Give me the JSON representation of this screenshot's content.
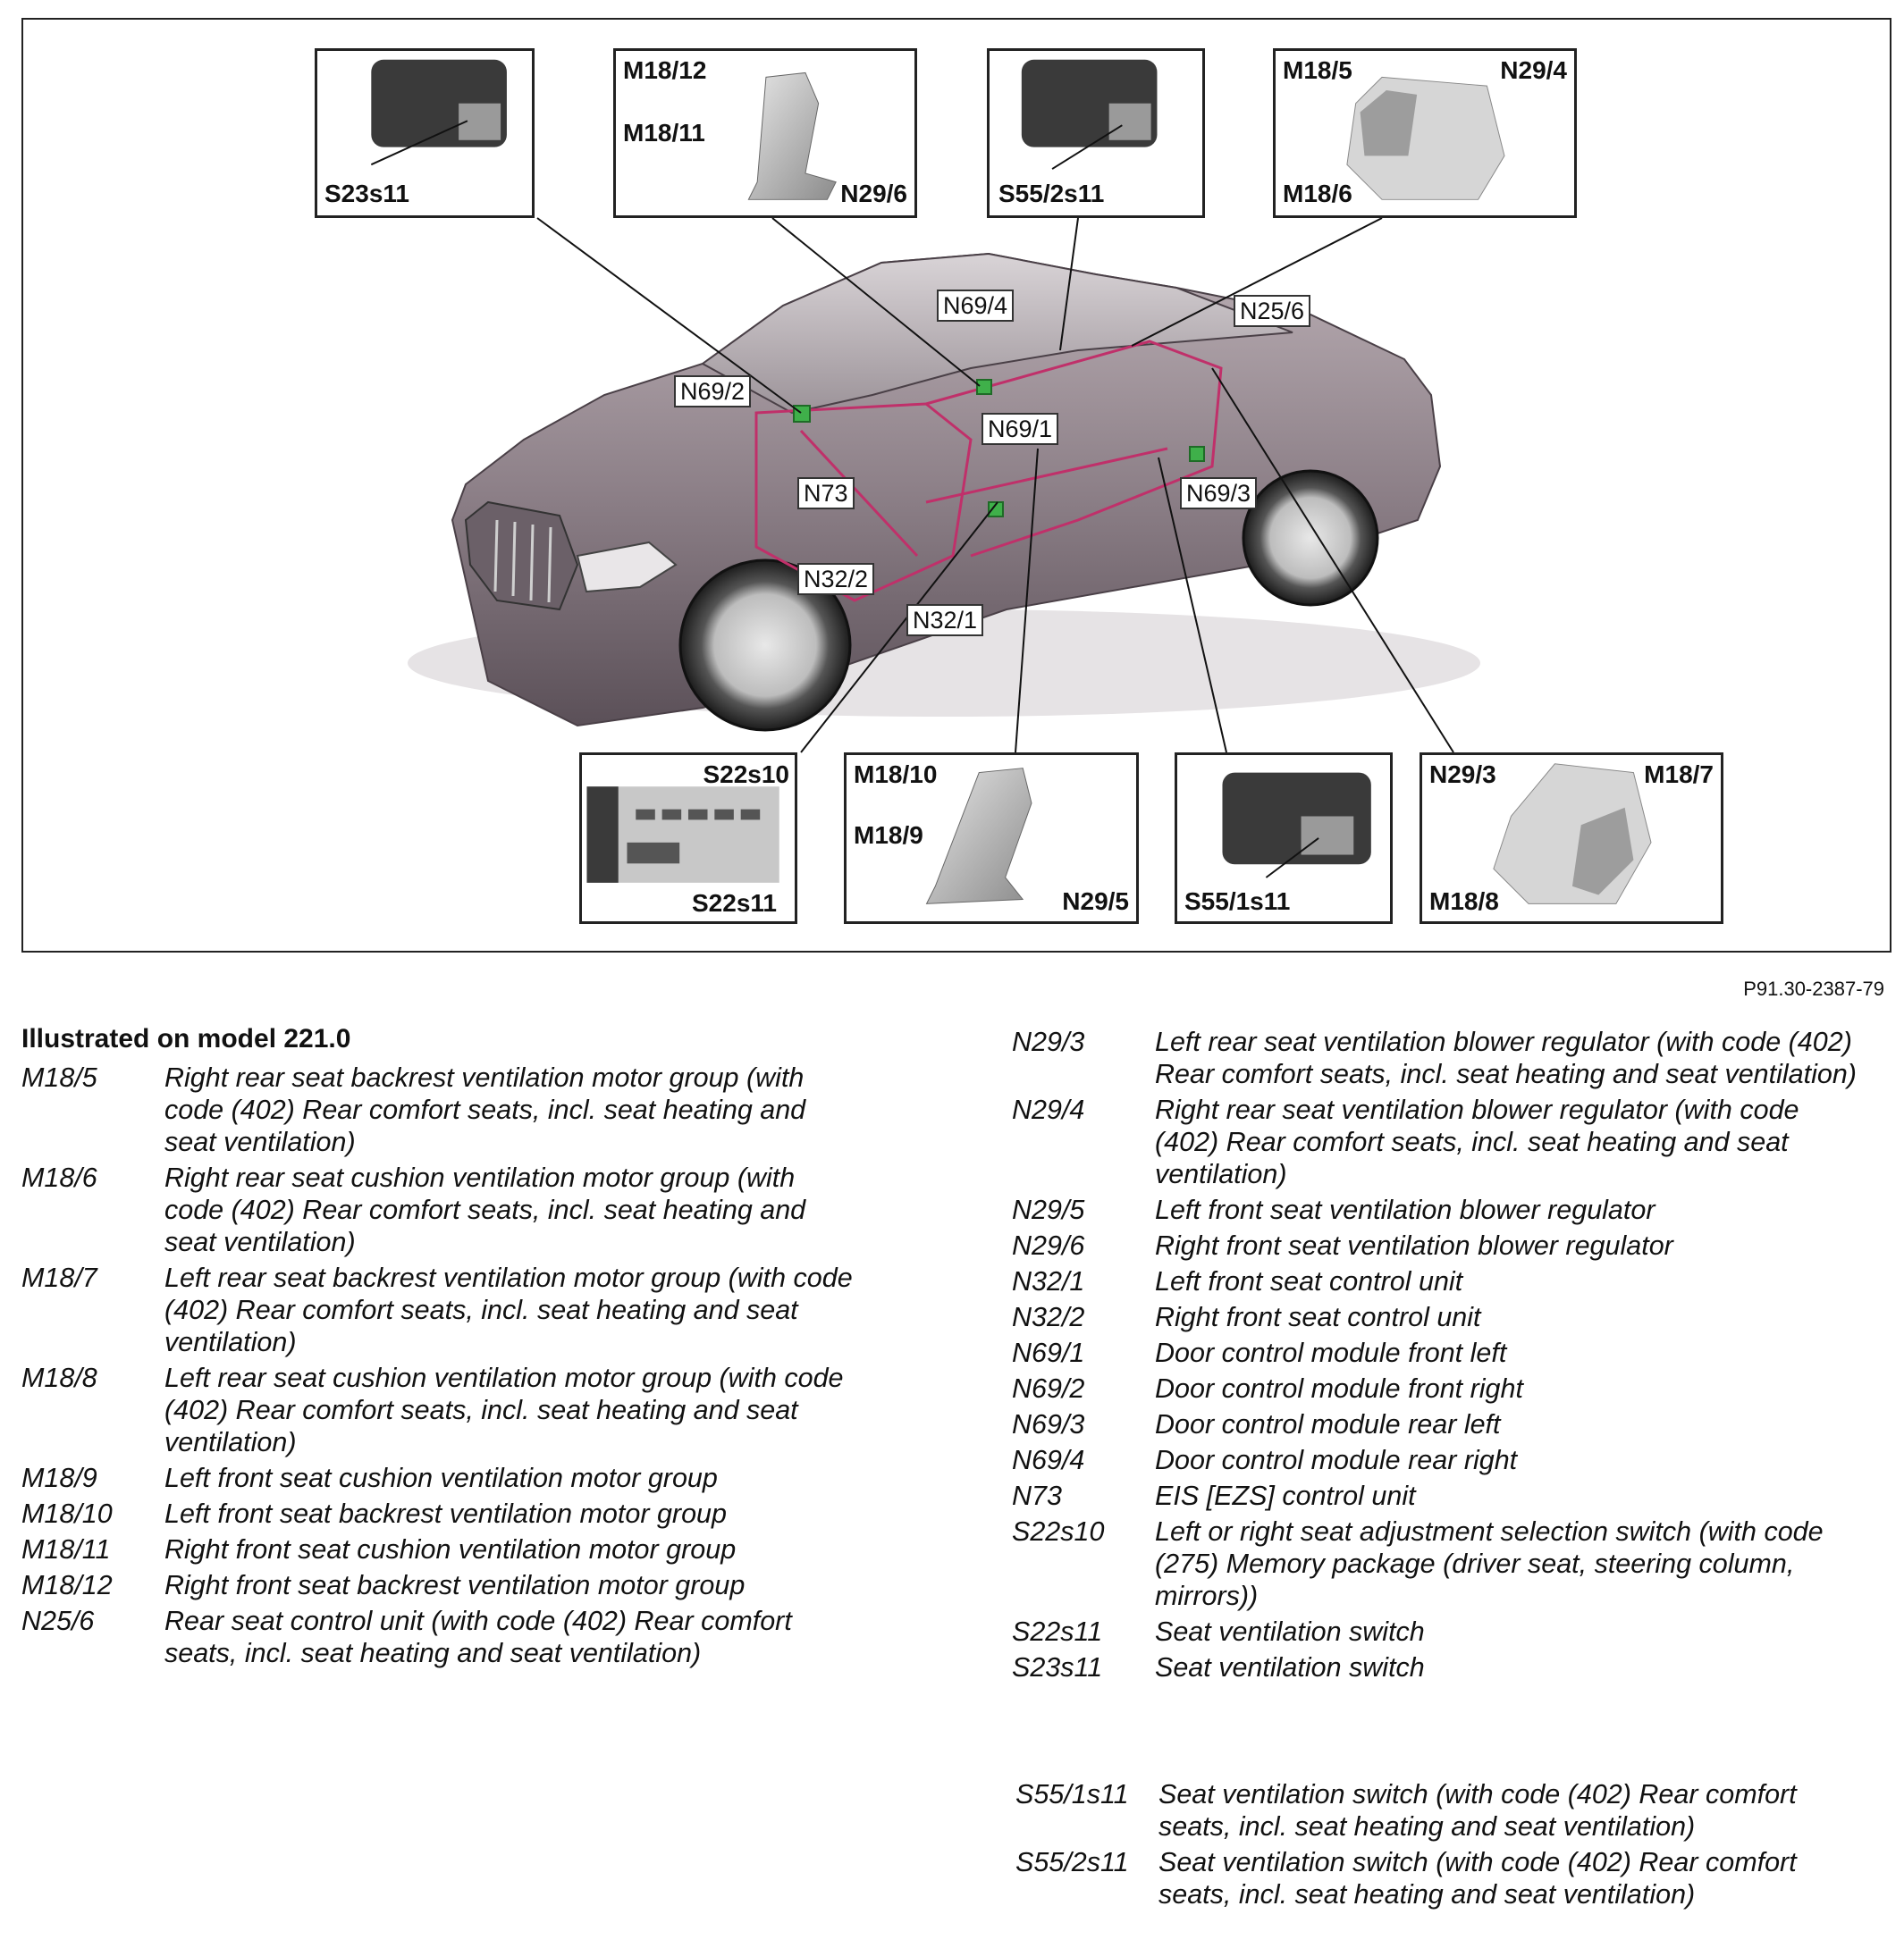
{
  "figure": {
    "reference_code": "P91.30-2387-79",
    "insets": [
      {
        "id": "s23s11",
        "labels": [
          "S23s11"
        ]
      },
      {
        "id": "front-right-seat",
        "labels": [
          "M18/12",
          "M18/11",
          "N29/6"
        ]
      },
      {
        "id": "s55-2s11",
        "labels": [
          "S55/2s11"
        ]
      },
      {
        "id": "rear-right-seat",
        "labels": [
          "M18/5",
          "N29/4",
          "M18/6"
        ]
      },
      {
        "id": "s22-switches",
        "labels": [
          "S22s10",
          "S22s11"
        ]
      },
      {
        "id": "front-left-seat",
        "labels": [
          "M18/10",
          "M18/9",
          "N29/5"
        ]
      },
      {
        "id": "s55-1s11",
        "labels": [
          "S55/1s11"
        ]
      },
      {
        "id": "rear-left-seat",
        "labels": [
          "N29/3",
          "M18/7",
          "M18/8"
        ]
      }
    ],
    "callouts": [
      "N69/4",
      "N25/6",
      "N69/2",
      "N69/1",
      "N73",
      "N69/3",
      "N32/2",
      "N32/1"
    ]
  },
  "legend": {
    "title": "Illustrated on model 221.0",
    "left": [
      {
        "code": "M18/5",
        "description": "Right rear seat backrest ventilation motor group (with code (402) Rear comfort seats, incl. seat heating and seat ventilation)"
      },
      {
        "code": "M18/6",
        "description": "Right rear seat cushion ventilation motor group (with code (402) Rear comfort seats, incl. seat heating and seat ventilation)"
      },
      {
        "code": "M18/7",
        "description": "Left rear seat backrest ventilation motor group (with code (402) Rear comfort seats, incl. seat heating and seat ventilation)"
      },
      {
        "code": "M18/8",
        "description": "Left rear seat cushion ventilation motor group (with code (402) Rear comfort seats, incl. seat heating and seat ventilation)"
      },
      {
        "code": "M18/9",
        "description": "Left front seat cushion ventilation motor group"
      },
      {
        "code": "M18/10",
        "description": "Left front seat backrest ventilation motor group"
      },
      {
        "code": "M18/11",
        "description": "Right front seat cushion ventilation motor group"
      },
      {
        "code": "M18/12",
        "description": "Right front seat backrest ventilation motor group"
      },
      {
        "code": "N25/6",
        "description": "Rear seat control unit (with code (402) Rear comfort seats, incl. seat heating and seat ventilation)"
      }
    ],
    "right": [
      {
        "code": "N29/3",
        "description": "Left rear seat ventilation blower regulator (with code (402) Rear comfort seats, incl. seat heating and seat ventilation)"
      },
      {
        "code": "N29/4",
        "description": "Right rear seat ventilation blower regulator (with code (402) Rear comfort seats, incl. seat heating and seat ventilation)"
      },
      {
        "code": "N29/5",
        "description": "Left front seat ventilation blower regulator"
      },
      {
        "code": "N29/6",
        "description": "Right front seat ventilation blower regulator"
      },
      {
        "code": "N32/1",
        "description": "Left front seat control unit"
      },
      {
        "code": "N32/2",
        "description": "Right front seat control unit"
      },
      {
        "code": "N69/1",
        "description": "Door control module front left"
      },
      {
        "code": "N69/2",
        "description": "Door control module front right"
      },
      {
        "code": "N69/3",
        "description": "Door control module rear left"
      },
      {
        "code": "N69/4",
        "description": "Door control module rear right"
      },
      {
        "code": "N73",
        "description": "EIS [EZS] control unit"
      },
      {
        "code": "S22s10",
        "description": "Left or right seat adjustment selection switch (with code (275) Memory package (driver seat, steering column, mirrors))"
      },
      {
        "code": "S22s11",
        "description": "Seat ventilation switch"
      },
      {
        "code": "S23s11",
        "description": "Seat ventilation switch"
      }
    ],
    "right_extra": [
      {
        "code": "S55/1s11",
        "description": "Seat ventilation switch (with code (402) Rear comfort seats, incl. seat heating and seat ventilation)"
      },
      {
        "code": "S55/2s11",
        "description": "Seat ventilation switch (with code (402) Rear comfort seats, incl. seat heating and seat ventilation)"
      }
    ]
  }
}
